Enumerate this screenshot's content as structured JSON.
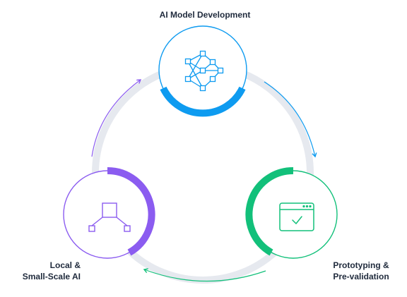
{
  "nodes": {
    "top": {
      "title": "AI Model Development",
      "color": "#0e9bf0",
      "icon": "neural-network-icon"
    },
    "right": {
      "line1": "Prototyping &",
      "line2": "Pre-validation",
      "color": "#12c07a",
      "icon": "browser-check-icon"
    },
    "left": {
      "line1": "Local &",
      "line2": "Small-Scale AI",
      "color": "#8b5cf0",
      "icon": "node-tree-icon"
    }
  },
  "ring_color": "#e6e9ef"
}
